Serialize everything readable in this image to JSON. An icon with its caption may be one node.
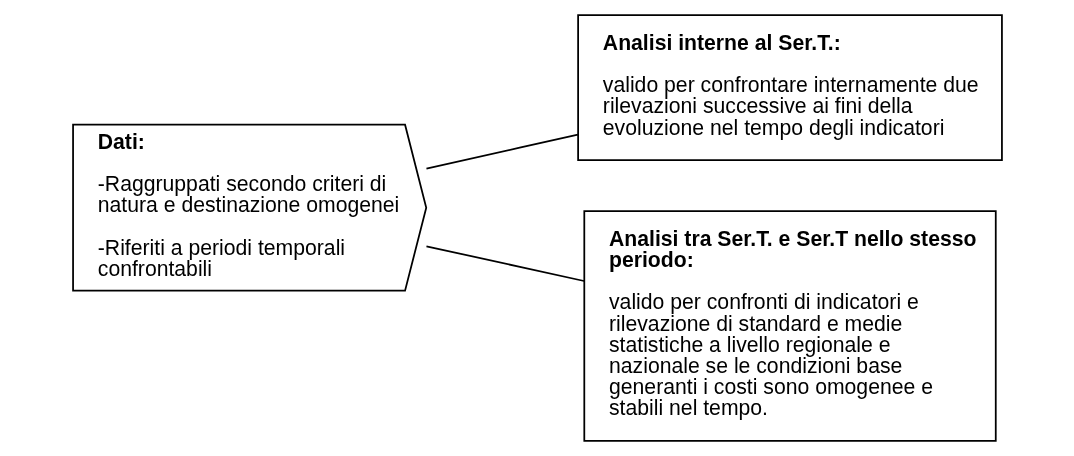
{
  "diagram": {
    "nodes": [
      {
        "text": [
          "Dati:",
          "-Raggruppati secondo criteri di natura e destinazione omogenei",
          "-Riferiti a periodi temporali confrontabili"
        ]
      },
      {
        "text": [
          "Analisi interne al Ser.T.:",
          "valido per confrontare internamente due rilevazioni successive ai fini della evoluzione nel tempo degli indicatori"
        ]
      },
      {
        "text": [
          "Analisi tra Ser.T. e Ser.T nello stesso periodo:",
          "valido per confronti di indicatori e rilevazione di standard e medie statistiche a livello regionale e nazionale se le condizioni base generanti i costi sono omogenee e stabili nel tempo."
        ]
      }
    ],
    "edges": [
      {
        "from": 0,
        "to": 1,
        "arrow": "none"
      },
      {
        "from": 0,
        "to": 2,
        "arrow": "none"
      }
    ]
  }
}
